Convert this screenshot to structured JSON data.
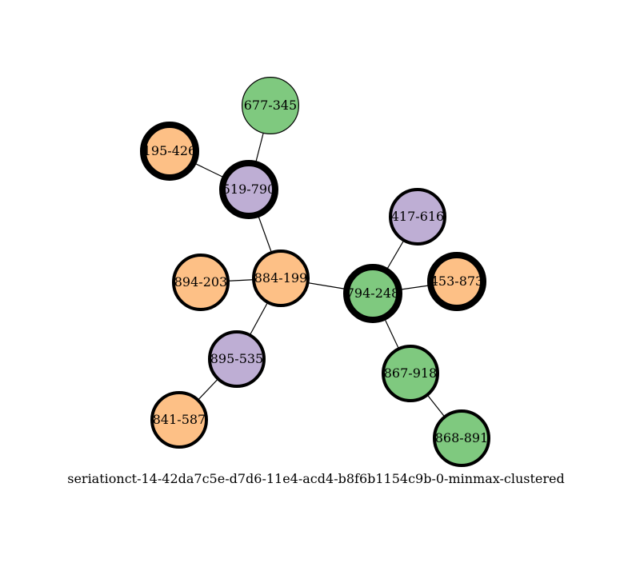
{
  "diagram": {
    "caption": "seriationct-14-42da7c5e-d7d6-11e4-acd4-b8f6b1154c9b-0-minmax-clustered",
    "colors": {
      "green": "#7fc97f",
      "orange": "#fdc086",
      "purple": "#beaed4",
      "stroke": "#000000"
    },
    "nodes": [
      {
        "id": "677-345",
        "label": "677-345",
        "color": "green",
        "weight": "thin"
      },
      {
        "id": "195-426",
        "label": "195-426",
        "color": "orange",
        "weight": "heavy"
      },
      {
        "id": "519-790",
        "label": "519-790",
        "color": "purple",
        "weight": "heavy"
      },
      {
        "id": "417-616",
        "label": "417-616",
        "color": "purple",
        "weight": "medium"
      },
      {
        "id": "894-203",
        "label": "894-203",
        "color": "orange",
        "weight": "medium"
      },
      {
        "id": "884-199",
        "label": "884-199",
        "color": "orange",
        "weight": "medium"
      },
      {
        "id": "794-248",
        "label": "794-248",
        "color": "green",
        "weight": "heavy"
      },
      {
        "id": "453-873",
        "label": "453-873",
        "color": "orange",
        "weight": "heavy"
      },
      {
        "id": "895-535",
        "label": "895-535",
        "color": "purple",
        "weight": "medium"
      },
      {
        "id": "867-918",
        "label": "867-918",
        "color": "green",
        "weight": "medium"
      },
      {
        "id": "841-587",
        "label": "841-587",
        "color": "orange",
        "weight": "medium"
      },
      {
        "id": "868-891",
        "label": "868-891",
        "color": "green",
        "weight": "medium"
      }
    ],
    "edges": [
      [
        "677-345",
        "519-790"
      ],
      [
        "195-426",
        "519-790"
      ],
      [
        "519-790",
        "884-199"
      ],
      [
        "894-203",
        "884-199"
      ],
      [
        "884-199",
        "794-248"
      ],
      [
        "884-199",
        "895-535"
      ],
      [
        "895-535",
        "841-587"
      ],
      [
        "417-616",
        "794-248"
      ],
      [
        "453-873",
        "794-248"
      ],
      [
        "794-248",
        "867-918"
      ],
      [
        "867-918",
        "868-891"
      ]
    ]
  }
}
